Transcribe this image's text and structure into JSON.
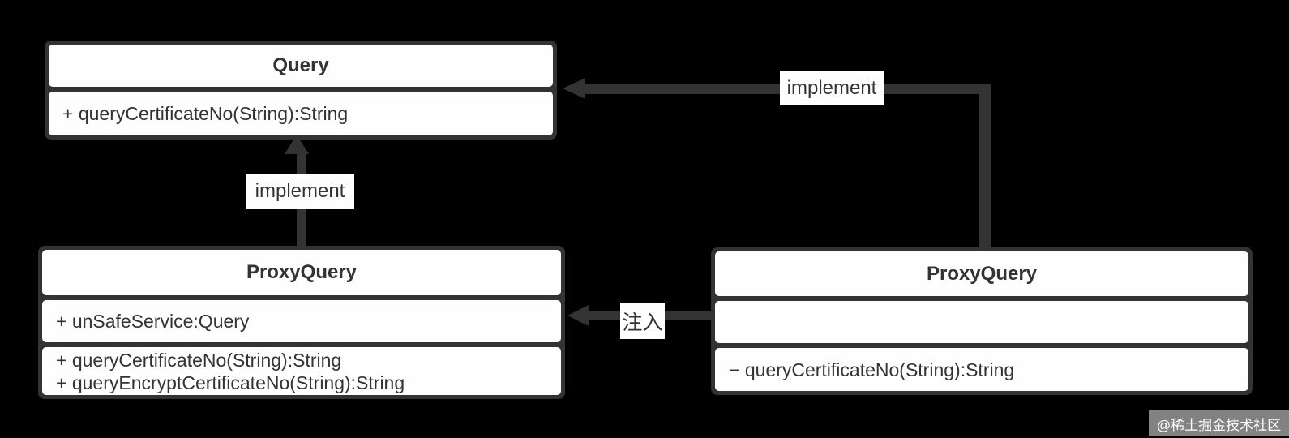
{
  "diagram": {
    "type": "uml-class-diagram",
    "colors": {
      "background": "#000000",
      "node_fill": "#fefefe",
      "stroke": "#333333",
      "text": "#333333",
      "label_bg": "#fefefe",
      "watermark_bg": "#949494",
      "watermark_text": "#ffffff"
    },
    "classes": [
      {
        "name": "Query",
        "attributes": [],
        "methods": [
          "+ queryCertificateNo(String):String"
        ]
      },
      {
        "name": "ProxyQuery",
        "attributes": [
          "+ unSafeService:Query"
        ],
        "methods": [
          "+ queryCertificateNo(String):String",
          "+ queryEncryptCertificateNo(String):String"
        ]
      },
      {
        "name": "ProxyQuery",
        "attributes": [],
        "methods": [
          "− queryCertificateNo(String):String"
        ]
      }
    ],
    "edges": [
      {
        "from": "ProxyQuery (bottom-left)",
        "to": "Query",
        "label": "implement"
      },
      {
        "from": "ProxyQuery (right)",
        "to": "Query",
        "label": "implement"
      },
      {
        "from": "ProxyQuery (right)",
        "to": "ProxyQuery (bottom-left)",
        "label": "注入"
      }
    ],
    "watermark": "@稀土掘金技术社区"
  }
}
